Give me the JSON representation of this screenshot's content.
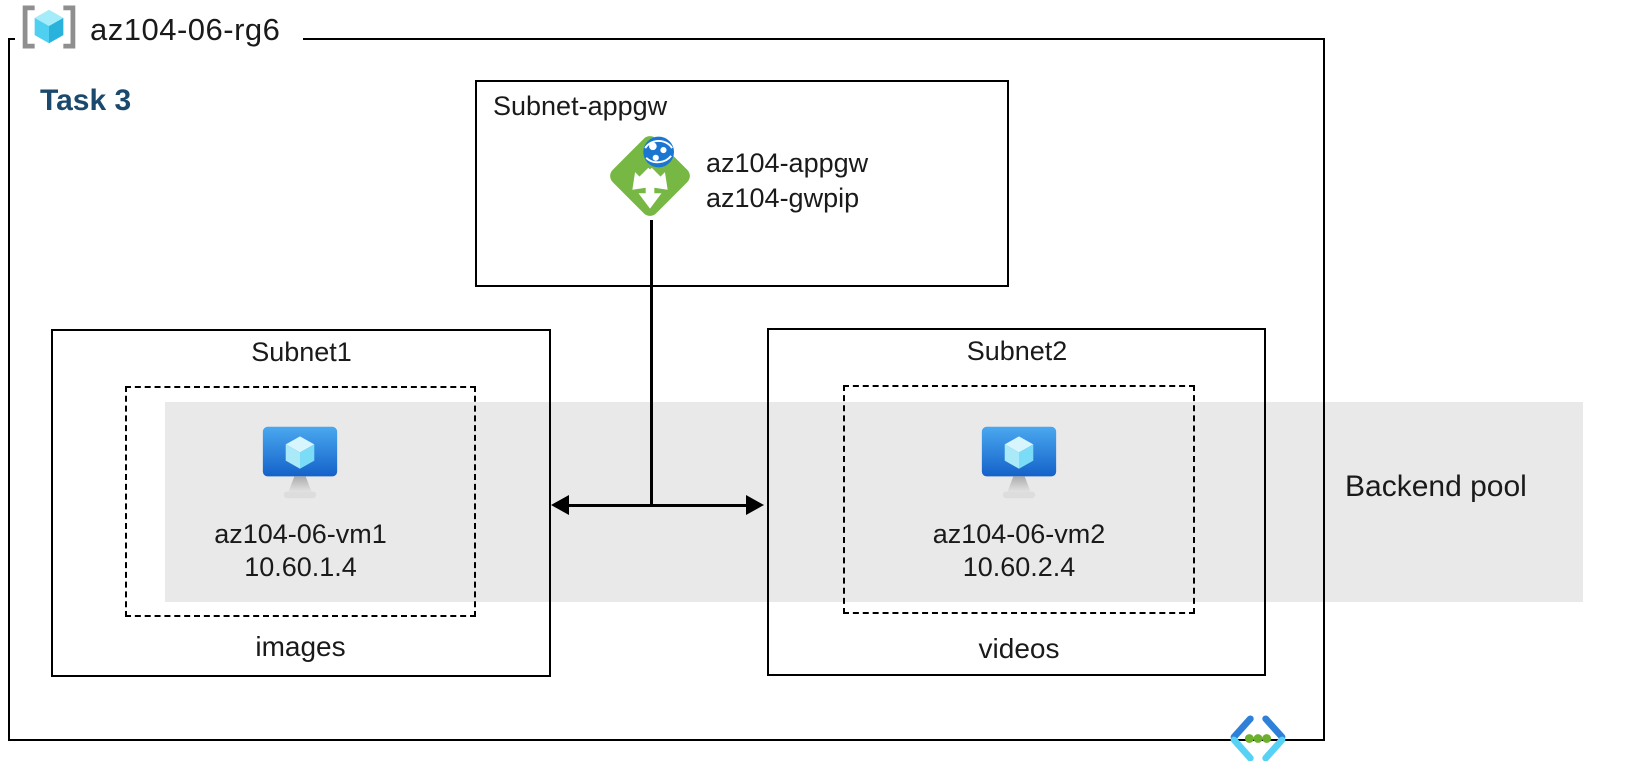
{
  "resource_group": {
    "name": "az104-06-rg6"
  },
  "task_label": "Task 3",
  "appgw_subnet": {
    "title": "Subnet-appgw",
    "gateway_name": "az104-appgw",
    "gateway_pip": "az104-gwpip"
  },
  "subnet1": {
    "title": "Subnet1",
    "vm_name": "az104-06-vm1",
    "vm_ip": "10.60.1.4",
    "pool_label": "images"
  },
  "subnet2": {
    "title": "Subnet2",
    "vm_name": "az104-06-vm2",
    "vm_ip": "10.60.2.4",
    "pool_label": "videos"
  },
  "backend_pool": {
    "label": "Backend pool"
  },
  "icons": {
    "resource_group": "resource-group-icon (gray brackets with cyan cube)",
    "application_gateway": "application-gateway-icon (green diamond, white arrows, blue globe)",
    "virtual_machine": "virtual-machine-icon (blue monitor with cyan cube)",
    "virtual_network": "virtual-network-icon (blue chevrons with green dots)"
  },
  "colors": {
    "task_navy": "#1B496D",
    "backend_band_gray": "#E9E9E9",
    "line_black": "#000000",
    "appgw_green": "#76B843",
    "globe_blue": "#1B76D2",
    "vm_screen_top": "#4AA8EF",
    "vm_screen_bottom": "#1462C9",
    "cube_cyan_light": "#A9E9F8",
    "vnet_dark_blue": "#2E80D9",
    "vnet_cyan": "#58D2F4",
    "vnet_dot_green": "#6CB02C"
  }
}
